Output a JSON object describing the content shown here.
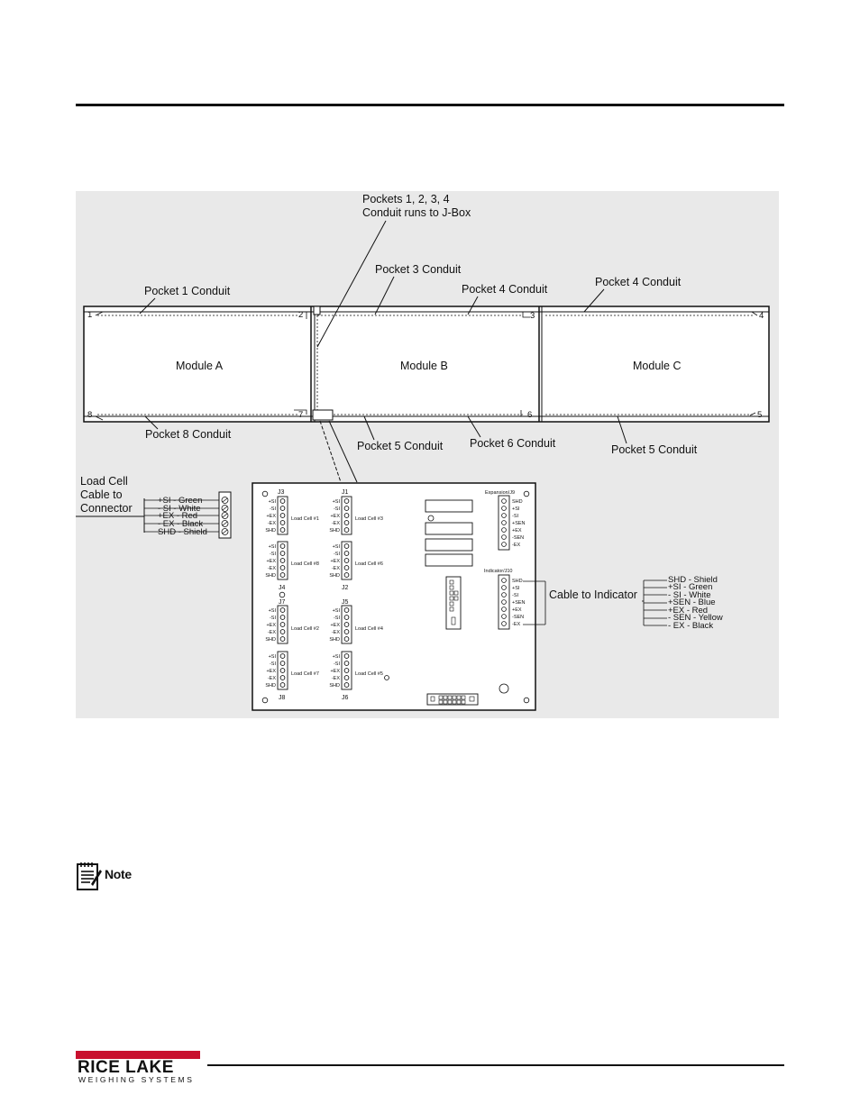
{
  "callouts": {
    "pockets_line1": "Pockets 1, 2, 3, 4",
    "pockets_line2": "Conduit runs to J-Box",
    "pocket3": "Pocket 3 Conduit",
    "pocket4_b": "Pocket 4 Conduit",
    "pocket4_c": "Pocket 4 Conduit",
    "pocket1": "Pocket 1 Conduit",
    "pocket8": "Pocket 8 Conduit",
    "pocket5_b": "Pocket 5 Conduit",
    "pocket6": "Pocket 6 Conduit",
    "pocket5_c": "Pocket 5 Conduit"
  },
  "modules": {
    "a": "Module A",
    "b": "Module B",
    "c": "Module C"
  },
  "corners": {
    "c1": "1",
    "c2": "2",
    "c3": "3",
    "c4": "4",
    "c5": "5",
    "c6": "6",
    "c7": "7",
    "c8": "8"
  },
  "load_cell": {
    "line1": "Load Cell",
    "line2": "Cable to",
    "line3": "Connector",
    "wires": [
      "+SI - Green",
      "- SI - White",
      "+EX - Red",
      "- EX - Black",
      "SHD - Shield"
    ]
  },
  "board": {
    "j3": "J3",
    "j1": "J1",
    "j4": "J4",
    "j2": "J2",
    "j7": "J7",
    "j5": "J5",
    "j8": "J8",
    "j6": "J6",
    "lc1": "Load Cell #1",
    "lc3": "Load Cell #3",
    "lc8": "Load Cell #8",
    "lc6": "Load Cell #6",
    "lc2": "Load Cell #2",
    "lc4": "Load Cell #4",
    "lc7": "Load Cell #7",
    "lc5": "Load Cell #5",
    "pins": [
      "+SI",
      "-SI",
      "+EX",
      "-EX",
      "SHD"
    ],
    "expansion": "Expansion/J9",
    "indicator": "Indicator/J10",
    "conn_pins": [
      "SHD",
      "+SI",
      "-SI",
      "+SEN",
      "+EX",
      "-SEN",
      "-EX"
    ]
  },
  "indicator_cable": {
    "label": "Cable to Indicator",
    "wires": [
      "SHD - Shield",
      "+SI - Green",
      "- SI - White",
      "+SEN - Blue",
      "+EX - Red",
      "- SEN - Yellow",
      "- EX - Black"
    ]
  },
  "note": {
    "label": "Note"
  },
  "logo": {
    "main": "RICE LAKE",
    "sub": "WEIGHING SYSTEMS"
  }
}
